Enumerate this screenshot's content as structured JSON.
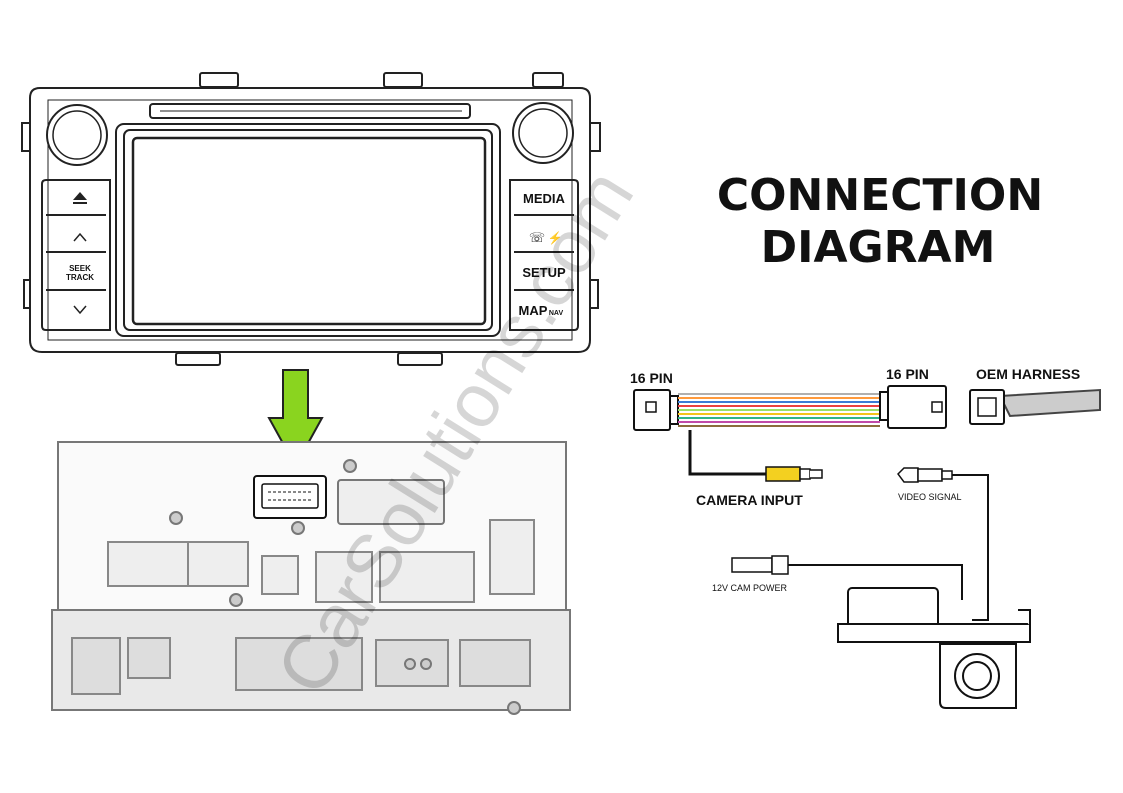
{
  "title": {
    "line1": "CONNECTION",
    "line2": "DIAGRAM"
  },
  "head_unit": {
    "buttons_right": {
      "media": "MEDIA",
      "setup": "SETUP",
      "map": "MAP",
      "nav": "NAV"
    },
    "buttons_left": {
      "seek": "SEEK",
      "track": "TRACK"
    }
  },
  "harness": {
    "left_connector": "16 PIN",
    "right_connector": "16 PIN",
    "oem": "OEM HARNESS",
    "camera_input": "CAMERA INPUT",
    "video_signal": "VIDEO SIGNAL",
    "cam_power": "12V CAM POWER",
    "wire_colors": [
      "#b0b0b0",
      "#ff9a3c",
      "#3a7bd5",
      "#e94040",
      "#9be069",
      "#f3c41a",
      "#2fb58a",
      "#c14aa8",
      "#8b6d3c"
    ]
  },
  "arrow_color": "#8ad41f",
  "watermark": "CarSolutions.com"
}
